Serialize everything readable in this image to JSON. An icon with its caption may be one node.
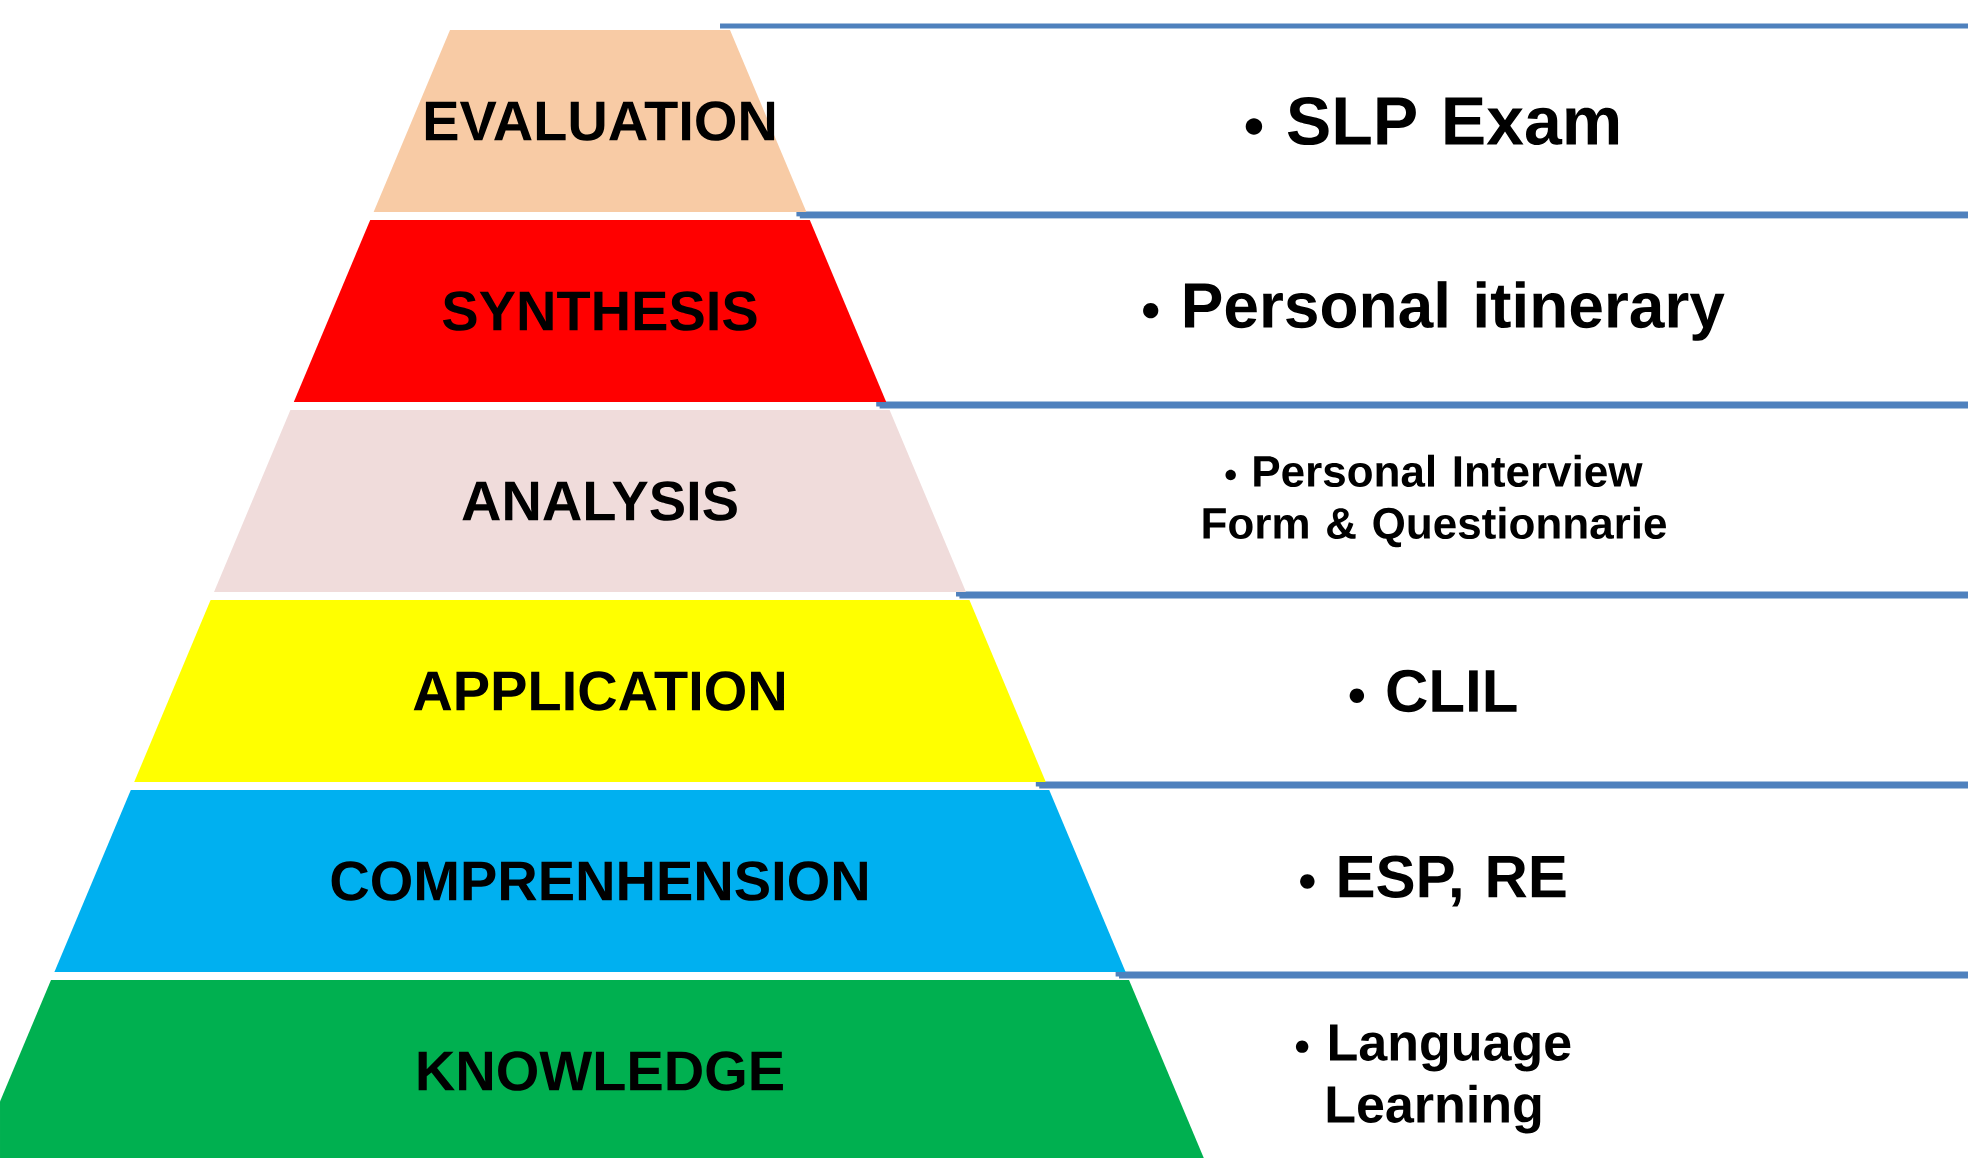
{
  "diagram": {
    "nodes": [
      {
        "text": [
          "EVALUATION"
        ]
      },
      {
        "text": [
          "SLP Exam"
        ]
      },
      {
        "text": [
          "SYNTHESIS"
        ]
      },
      {
        "text": [
          "Personal itinerary"
        ]
      },
      {
        "text": [
          "ANALYSIS"
        ]
      },
      {
        "text": [
          "Personal Interview Form & Questionnarie"
        ]
      },
      {
        "text": [
          "APPLICATION"
        ]
      },
      {
        "text": [
          "CLIL"
        ]
      },
      {
        "text": [
          "COMPRENHENSION"
        ]
      },
      {
        "text": [
          "ESP, RE"
        ]
      },
      {
        "text": [
          "KNOWLEDGE"
        ]
      },
      {
        "text": [
          "Language Learning"
        ]
      }
    ]
  }
}
